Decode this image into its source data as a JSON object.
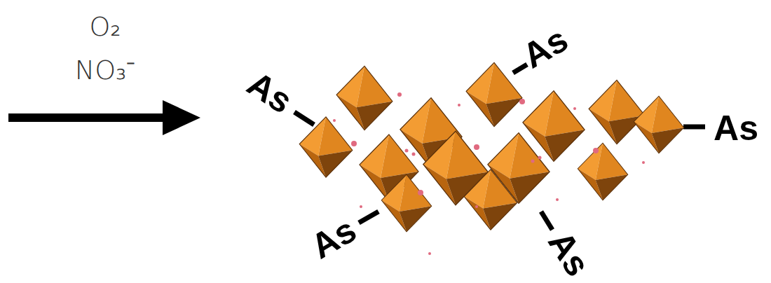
{
  "diagram": {
    "labels": [
      "O₂",
      "NO₃⁻",
      "As",
      "As",
      "As",
      "As",
      "As"
    ]
  }
}
